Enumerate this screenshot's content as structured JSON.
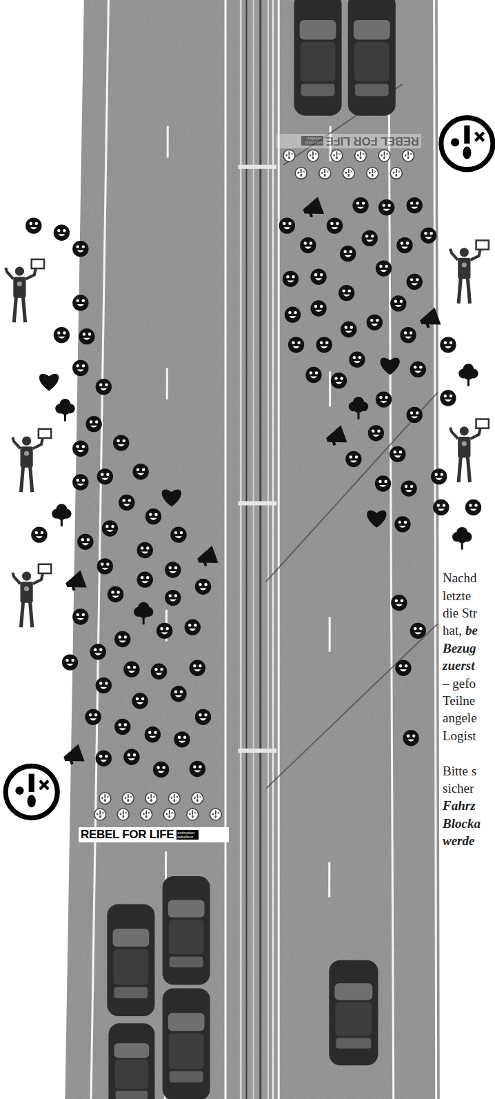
{
  "diagram": {
    "nodes": [
      {
        "text": [
          "REBEL FOR LIFE",
          "extinction rebellion"
        ]
      },
      {
        "text": [
          "REBEL FOR LIFE",
          "extinction rebellion"
        ]
      }
    ],
    "labels": [
      "Nachd",
      "letzte",
      "die Str",
      "hat,",
      "be",
      "Bezug",
      "zuerst",
      "– gefo",
      "Teilne",
      "angele",
      "Logist",
      "Bitte s",
      "sicher",
      "Fahrz",
      "Blocka",
      "werde"
    ]
  }
}
